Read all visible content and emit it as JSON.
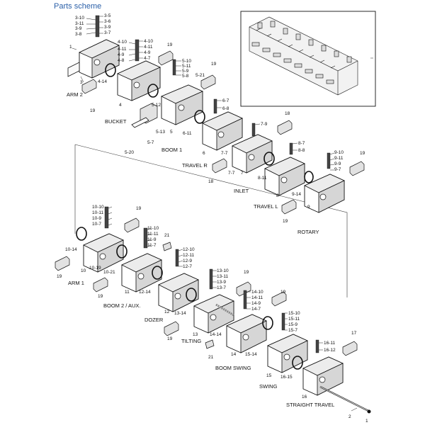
{
  "page": {
    "title": "Parts scheme"
  },
  "sections": {
    "arm2": "ARM 2",
    "bucket": "BUCKET",
    "boom1": "BOOM 1",
    "travel_r": "TRAVEL R",
    "inlet": "INLET",
    "travel_l": "TRAVEL L",
    "rotary": "ROTARY",
    "arm1": "ARM 1",
    "boom2_aux": "BOOM 2 / AUX.",
    "dozer": "DOZER",
    "tilting": "TILTING",
    "boom_swing": "BOOM SWING",
    "swing": "SWING",
    "straight_travel": "STRAIGHT TRAVEL"
  },
  "labels": {
    "l_3_10": "3-10",
    "l_3_11": "3-11",
    "l_3_9": "3-9",
    "l_3_8": "3-8",
    "l_3_5": "3-5",
    "l_3_6": "3-6",
    "l_3_7": "3-7",
    "l_1": "1",
    "l_3": "3",
    "l_4_10a": "4-10",
    "l_4_11a": "4-11",
    "l_4_9a": "4-9",
    "l_4_8a": "4-8",
    "l_4_10b": "4-10",
    "l_4_11b": "4-11",
    "l_4_9b": "4-9",
    "l_4_7": "4-7",
    "l_4_14": "4-14",
    "l_4": "4",
    "l_19_a": "19",
    "l_19_b": "19",
    "l_19_c": "19",
    "l_5_10": "5-10",
    "l_5_11": "5-11",
    "l_5_9": "5-9",
    "l_5_8": "5-8",
    "l_5_21": "5-21",
    "l_5_12": "5-12",
    "l_5_13": "5-13",
    "l_5": "5",
    "l_5_7": "5-7",
    "l_5_20": "5-20",
    "l_6_11": "6-11",
    "l_6_7": "6-7",
    "l_6_8": "6-8",
    "l_6": "6",
    "l_18_a": "18",
    "l_7_9": "7-9",
    "l_7_7": "7-7",
    "l_7": "7",
    "l_18_b": "18",
    "l_8_7": "8-7",
    "l_8_8": "8-8",
    "l_8_11": "8-11",
    "l_8": "8",
    "l_9_10": "9-10",
    "l_9_11": "9-11",
    "l_9_9": "9-9",
    "l_9_7": "9-7",
    "l_19_d": "19",
    "l_9_14": "9-14",
    "l_9": "9",
    "l_19_e": "19",
    "l_10_10": "10-10",
    "l_10_11": "10-11",
    "l_10_9": "10-9",
    "l_10_7": "10-7",
    "l_19_f": "19",
    "l_10_14": "10-14",
    "l_19_g": "19",
    "l_10": "10",
    "l_10_19": "10-19",
    "l_10_21": "10-21",
    "l_11_10": "11-10",
    "l_11_11": "11-11",
    "l_11_9": "11-9",
    "l_11_7": "11-7",
    "l_21_a": "21",
    "l_19_h": "19",
    "l_11": "11",
    "l_12_14": "12-14",
    "l_12_10": "12-10",
    "l_12_11": "12-11",
    "l_12_9": "12-9",
    "l_12_7": "12-7",
    "l_12": "12",
    "l_13_14": "13-14",
    "l_13_10": "13-10",
    "l_13_11": "13-11",
    "l_13_9": "13-9",
    "l_13_7": "13-7",
    "l_19_i": "19",
    "l_19_j": "19",
    "l_13": "13",
    "l_14_14": "14-14",
    "l_14_10": "14-10",
    "l_14_11": "14-11",
    "l_14_9": "14-9",
    "l_14_7": "14-7",
    "l_19_k": "19",
    "l_21_b": "21",
    "l_14": "14",
    "l_15_14": "15-14",
    "l_15_10": "15-10",
    "l_15_11": "15-11",
    "l_15_9": "15-9",
    "l_15_7": "15-7",
    "l_15": "15",
    "l_16_15": "16-15",
    "l_16_11": "16-11",
    "l_16_12": "16-12",
    "l_17": "17",
    "l_16": "16",
    "l_2": "2",
    "l_1_b": "1"
  }
}
